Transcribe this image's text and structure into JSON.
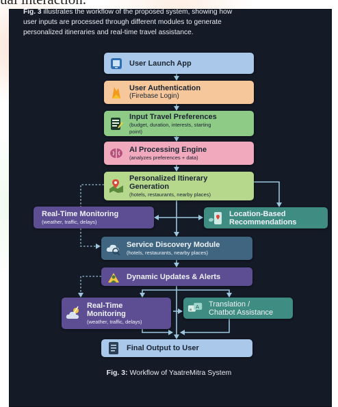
{
  "header_fragment": "ual interaction.",
  "intro": {
    "fig_label": "Fig. 3",
    "line1": " illustrates the workflow of the proposed system, showing how",
    "line2": "user inputs are processed through different modules to generate",
    "line3": "personalized itineraries and real-time travel assistance."
  },
  "nodes": {
    "launch": {
      "title": "User Launch App",
      "icon": "phone-icon"
    },
    "auth": {
      "title": "User Authentication",
      "sub": "(Firebase Login)",
      "icon": "firebase-flame-icon"
    },
    "prefs": {
      "title": "Input Travel Preferences",
      "sub": "(budget, duration, interests, starting",
      "sub2": "point)",
      "icon": "checklist-icon"
    },
    "ai": {
      "title": "AI Processing Engine",
      "sub": "(analyzes preferences + data)",
      "icon": "brain-icon"
    },
    "itinerary": {
      "title": "Personalized Itinerary",
      "title2": "Generation",
      "sub": "(hotels, restaurants, nearby places)",
      "icon": "map-pin-icon"
    },
    "monitor1": {
      "title": "Real-Time Monitoring",
      "sub": "(weather, traffic, delays)"
    },
    "location": {
      "title": "Location-Based",
      "title2": "Recommendations",
      "icon": "location-phone-icon"
    },
    "service": {
      "title": "Service Discovery Module",
      "sub": "(hotels, restaurants, nearby places)",
      "icon": "cloud-search-icon"
    },
    "alerts": {
      "title": "Dynamic Updates & Alerts",
      "icon": "alert-person-icon"
    },
    "monitor2": {
      "title": "Real-Time",
      "title2": "Monitoring",
      "sub": "(weather, traffic, delays)",
      "icon": "weather-icon"
    },
    "translate": {
      "title": "Translation /",
      "title2": "Chatbot Assistance",
      "icon": "chat-translate-icon"
    },
    "final": {
      "title": "Final Output to User",
      "icon": "document-icon"
    }
  },
  "caption": {
    "label": "Fig. 3:",
    "text": " Workflow of YaatreMitra System"
  },
  "colors": {
    "panel": "#141a26",
    "blue": "#a9c8ea",
    "orange": "#f6c79b",
    "green": "#8ecb86",
    "pink": "#f0a9bd",
    "lime": "#b5d88d",
    "purple": "#5d4d93",
    "teal": "#3f8c83",
    "slate": "#3f6580",
    "arrow": "#9cc6de"
  }
}
